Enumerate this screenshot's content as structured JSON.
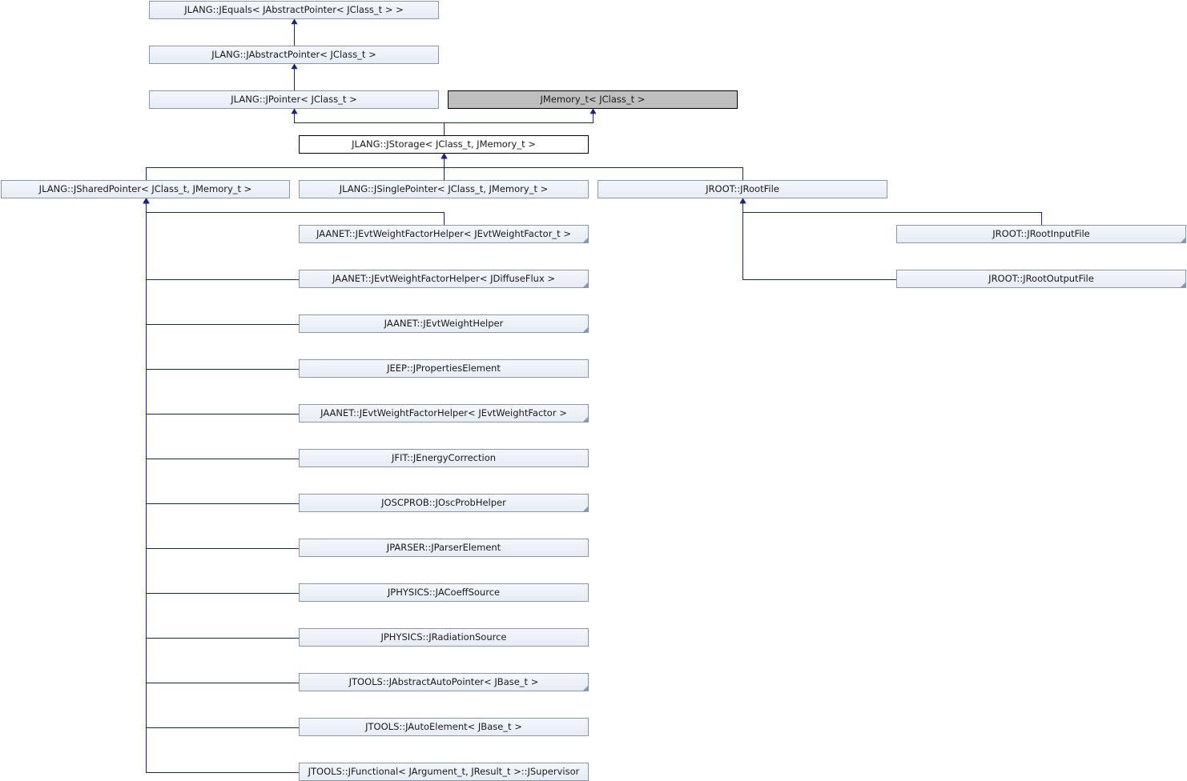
{
  "diagram": {
    "nodes": [
      {
        "id": "n_jequals",
        "name": "node-jlang-jequals",
        "label": "JLANG::JEquals< JAbstractPointer< JClass_t > >",
        "kind": "linked",
        "truncated": false
      },
      {
        "id": "n_jabstractpointer",
        "name": "node-jlang-jabstractpointer",
        "label": "JLANG::JAbstractPointer< JClass_t >",
        "kind": "linked",
        "truncated": false
      },
      {
        "id": "n_jpointer",
        "name": "node-jlang-jpointer",
        "label": "JLANG::JPointer< JClass_t >",
        "kind": "linked",
        "truncated": false
      },
      {
        "id": "n_jmemory",
        "name": "node-jmemory-t",
        "label": "JMemory_t< JClass_t >",
        "kind": "external",
        "truncated": false
      },
      {
        "id": "n_jstorage",
        "name": "node-jlang-jstorage",
        "label": "JLANG::JStorage< JClass_t, JMemory_t >",
        "kind": "current",
        "truncated": false
      },
      {
        "id": "n_jsharedpointer",
        "name": "node-jlang-jsharedpointer",
        "label": "JLANG::JSharedPointer< JClass_t, JMemory_t >",
        "kind": "linked",
        "truncated": false
      },
      {
        "id": "n_jsinglepointer",
        "name": "node-jlang-jsinglepointer",
        "label": "JLANG::JSinglePointer< JClass_t, JMemory_t >",
        "kind": "linked",
        "truncated": false
      },
      {
        "id": "n_jrootfile",
        "name": "node-jroot-jrootfile",
        "label": "JROOT::JRootFile",
        "kind": "linked",
        "truncated": false
      },
      {
        "id": "n_jrootinputfile",
        "name": "node-jroot-jrootinputfile",
        "label": "JROOT::JRootInputFile",
        "kind": "linked",
        "truncated": true
      },
      {
        "id": "n_jrootoutputfile",
        "name": "node-jroot-jrootoutputfile",
        "label": "JROOT::JRootOutputFile",
        "kind": "linked",
        "truncated": true
      },
      {
        "id": "n_evtwfh_t",
        "name": "node-jaanet-jevtweightfactorhelper-t",
        "label": "JAANET::JEvtWeightFactorHelper< JEvtWeightFactor_t >",
        "kind": "linked",
        "truncated": true
      },
      {
        "id": "n_evtwfh_diffuse",
        "name": "node-jaanet-jevtweightfactorhelper-jdiffuseflux",
        "label": "JAANET::JEvtWeightFactorHelper< JDiffuseFlux >",
        "kind": "linked",
        "truncated": true
      },
      {
        "id": "n_evtwh",
        "name": "node-jaanet-jevtweighthelper",
        "label": "JAANET::JEvtWeightHelper",
        "kind": "linked",
        "truncated": true
      },
      {
        "id": "n_jproperties",
        "name": "node-jeep-jpropertieselement",
        "label": "JEEP::JPropertiesElement",
        "kind": "linked",
        "truncated": false
      },
      {
        "id": "n_evtwfh_factor",
        "name": "node-jaanet-jevtweightfactorhelper-jevtweightfactor",
        "label": "JAANET::JEvtWeightFactorHelper< JEvtWeightFactor >",
        "kind": "linked",
        "truncated": true
      },
      {
        "id": "n_jenergy",
        "name": "node-jfit-jenergycorrection",
        "label": "JFIT::JEnergyCorrection",
        "kind": "linked",
        "truncated": false
      },
      {
        "id": "n_joscprob",
        "name": "node-joscprob-joscprobhelper",
        "label": "JOSCPROB::JOscProbHelper",
        "kind": "linked",
        "truncated": true
      },
      {
        "id": "n_jparser",
        "name": "node-jparser-jparserelement",
        "label": "JPARSER::JParserElement",
        "kind": "linked",
        "truncated": false
      },
      {
        "id": "n_jacoeff",
        "name": "node-jphysics-jacoeffsource",
        "label": "JPHYSICS::JACoeffSource",
        "kind": "linked",
        "truncated": false
      },
      {
        "id": "n_jradiation",
        "name": "node-jphysics-jradiationsource",
        "label": "JPHYSICS::JRadiationSource",
        "kind": "linked",
        "truncated": false
      },
      {
        "id": "n_jabstractauto",
        "name": "node-jtools-jabstractautopointer",
        "label": "JTOOLS::JAbstractAutoPointer< JBase_t >",
        "kind": "linked",
        "truncated": true
      },
      {
        "id": "n_jautoelement",
        "name": "node-jtools-jautoelement",
        "label": "JTOOLS::JAutoElement< JBase_t >",
        "kind": "linked",
        "truncated": false
      },
      {
        "id": "n_jsupervisor",
        "name": "node-jtools-jfunctional-jsupervisor",
        "label": "JTOOLS::JFunctional< JArgument_t, JResult_t >::JSupervisor",
        "kind": "linked",
        "truncated": false
      }
    ],
    "edges": [
      {
        "from": "n_jabstractpointer",
        "to": "n_jequals"
      },
      {
        "from": "n_jpointer",
        "to": "n_jabstractpointer"
      },
      {
        "from": "n_jstorage",
        "to": "n_jpointer"
      },
      {
        "from": "n_jstorage",
        "to": "n_jmemory"
      },
      {
        "from": "n_jsharedpointer",
        "to": "n_jstorage"
      },
      {
        "from": "n_jsinglepointer",
        "to": "n_jstorage"
      },
      {
        "from": "n_jrootfile",
        "to": "n_jstorage"
      },
      {
        "from": "n_jrootinputfile",
        "to": "n_jrootfile"
      },
      {
        "from": "n_jrootoutputfile",
        "to": "n_jrootfile"
      },
      {
        "from": "n_evtwfh_t",
        "to": "n_jsharedpointer"
      },
      {
        "from": "n_evtwfh_diffuse",
        "to": "n_jsharedpointer"
      },
      {
        "from": "n_evtwh",
        "to": "n_jsharedpointer"
      },
      {
        "from": "n_jproperties",
        "to": "n_jsharedpointer"
      },
      {
        "from": "n_evtwfh_factor",
        "to": "n_jsharedpointer"
      },
      {
        "from": "n_jenergy",
        "to": "n_jsharedpointer"
      },
      {
        "from": "n_joscprob",
        "to": "n_jsharedpointer"
      },
      {
        "from": "n_jparser",
        "to": "n_jsharedpointer"
      },
      {
        "from": "n_jacoeff",
        "to": "n_jsharedpointer"
      },
      {
        "from": "n_jradiation",
        "to": "n_jsharedpointer"
      },
      {
        "from": "n_jabstractauto",
        "to": "n_jsharedpointer"
      },
      {
        "from": "n_jautoelement",
        "to": "n_jsharedpointer"
      },
      {
        "from": "n_jsupervisor",
        "to": "n_jsharedpointer"
      }
    ]
  },
  "colors": {
    "node_border": "#8797b8",
    "edge": "#1a237e",
    "external_fill": "#bfbfbf",
    "current_fill": "#ffffff"
  }
}
